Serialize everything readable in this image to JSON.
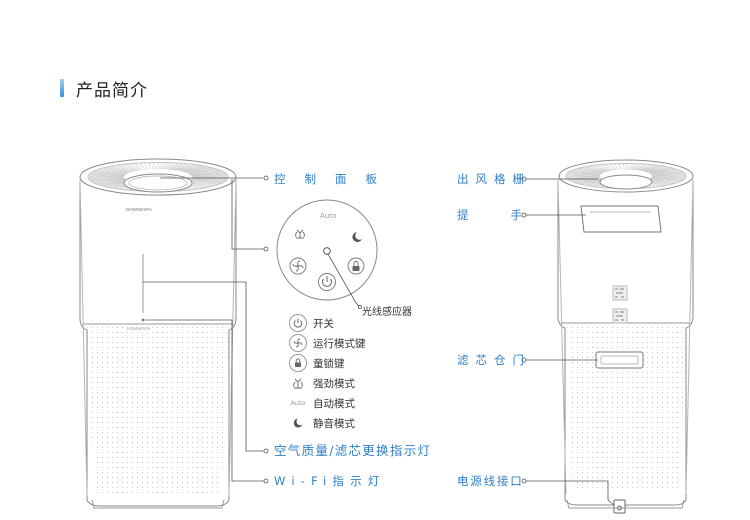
{
  "heading": "产品简介",
  "front": {
    "brand_upper": "DOWNESPA",
    "brand_lower": "DOWNESPA"
  },
  "panel": {
    "auto_text": "Auto",
    "sensor_label": "光线感应器"
  },
  "callouts": {
    "control_panel": "控制面板",
    "air_quality": "空气质量/滤芯更换指示灯",
    "wifi": "Wi-Fi指示灯",
    "outlet_grille": "出风格栅",
    "handle": "提手",
    "filter_door": "滤芯仓门",
    "power_port": "电源线接口"
  },
  "legend": [
    {
      "icon": "power-icon",
      "label": "开关"
    },
    {
      "icon": "fan-icon",
      "label": "运行模式键"
    },
    {
      "icon": "lock-icon",
      "label": "童锁键"
    },
    {
      "icon": "turbo-fan-icon",
      "label": "强劲模式"
    },
    {
      "icon": "auto-icon",
      "label": "自动模式",
      "tag": "Auto"
    },
    {
      "icon": "moon-icon",
      "label": "静音模式"
    }
  ],
  "colors": {
    "accent": "#2f7fc8",
    "line": "#555555",
    "outline": "#8a8a8a",
    "text": "#333333"
  }
}
